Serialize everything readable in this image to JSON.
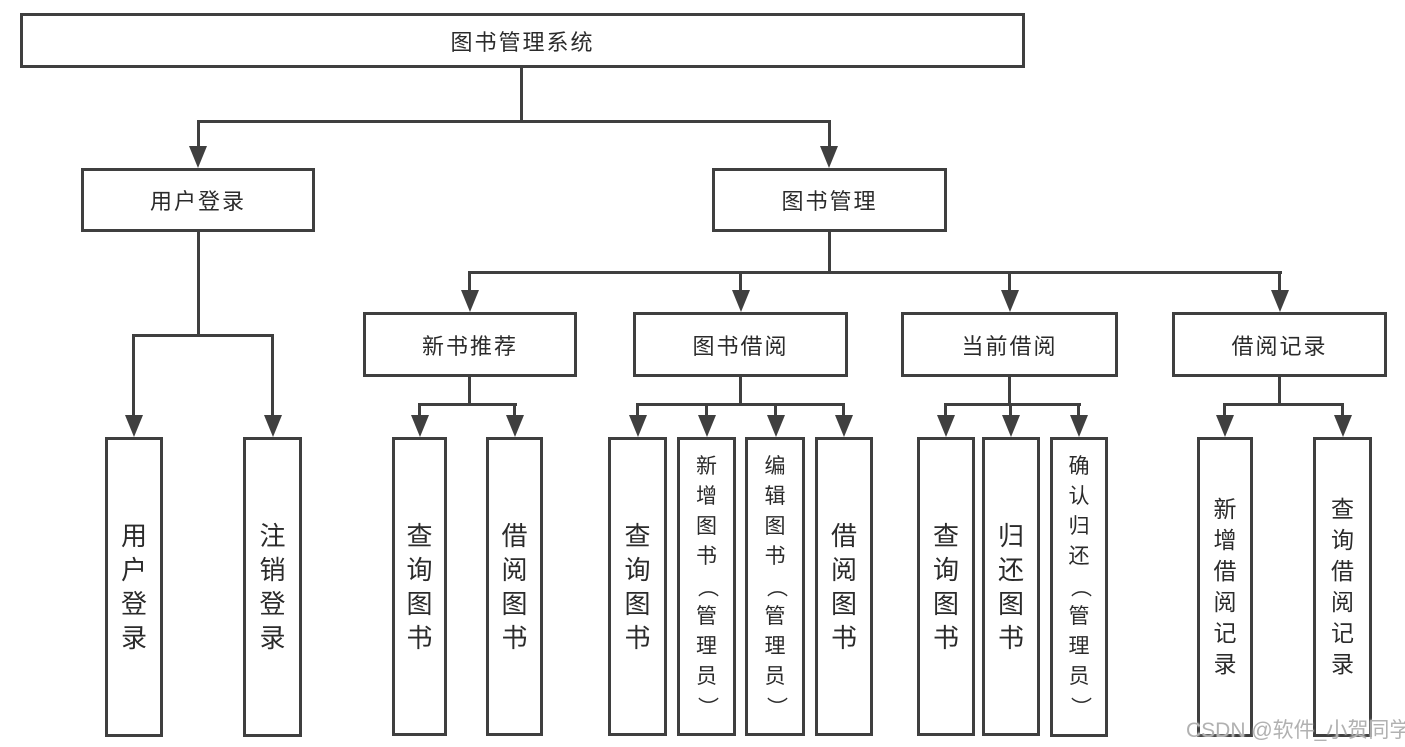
{
  "tree": {
    "root": {
      "label": "图书管理系统"
    },
    "level2": [
      {
        "label": "用户登录",
        "children": [
          {
            "label": "用户登录"
          },
          {
            "label": "注销登录"
          }
        ]
      },
      {
        "label": "图书管理",
        "groups": [
          {
            "label": "新书推荐",
            "children": [
              {
                "label": "查询图书"
              },
              {
                "label": "借阅图书"
              }
            ]
          },
          {
            "label": "图书借阅",
            "children": [
              {
                "label": "查询图书"
              },
              {
                "label": "新增图书（管理员）"
              },
              {
                "label": "编辑图书（管理员）"
              },
              {
                "label": "借阅图书"
              }
            ]
          },
          {
            "label": "当前借阅",
            "children": [
              {
                "label": "查询图书"
              },
              {
                "label": "归还图书"
              },
              {
                "label": "确认归还（管理员）"
              }
            ]
          },
          {
            "label": "借阅记录",
            "children": [
              {
                "label": "新增借阅记录"
              },
              {
                "label": "查询借阅记录"
              }
            ]
          }
        ]
      }
    ]
  },
  "watermark": {
    "text": "CSDN @软件_小贺同学"
  },
  "colors": {
    "line": "#3f3f3f",
    "text": "#2b2b2b",
    "background": "#ffffff",
    "watermark": "#b1b1b1"
  }
}
